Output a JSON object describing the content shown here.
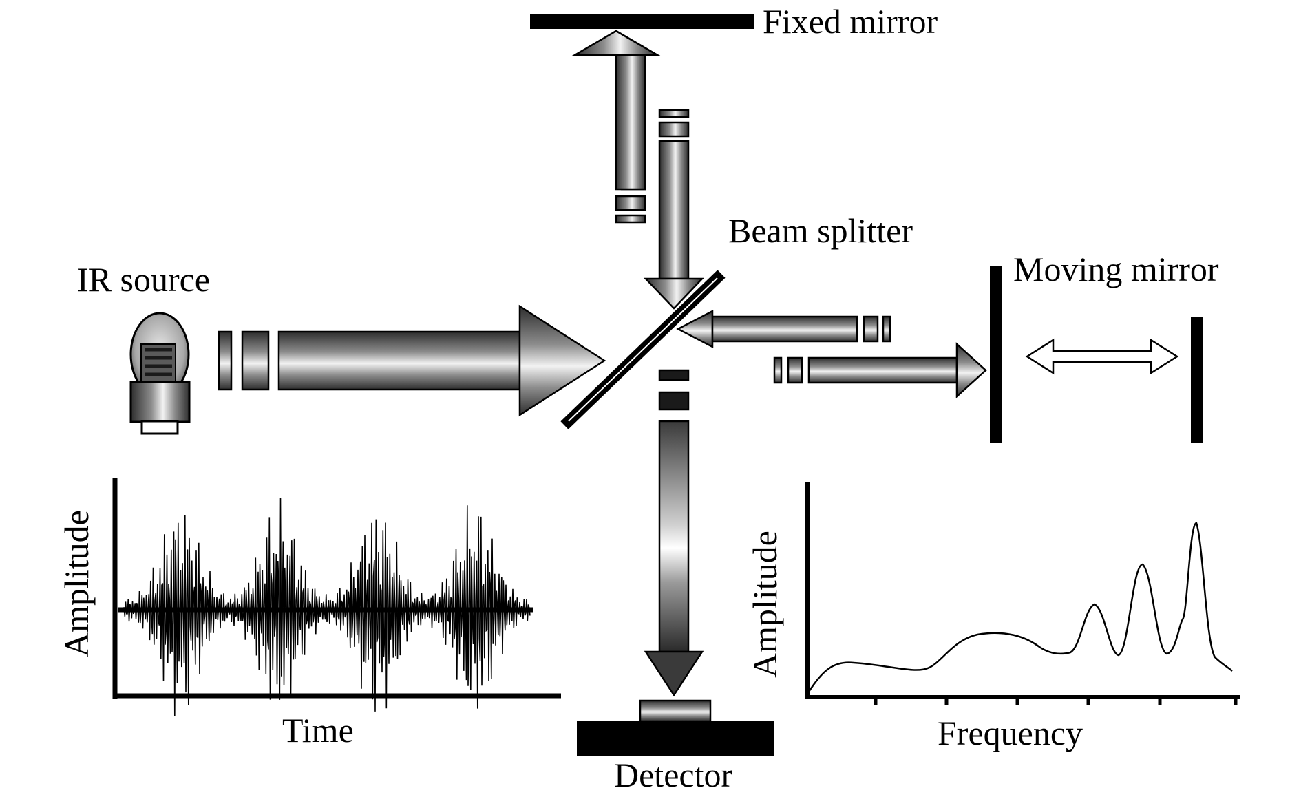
{
  "labels": {
    "fixed_mirror": "Fixed mirror",
    "beam_splitter": "Beam splitter",
    "ir_source": "IR source",
    "moving_mirror": "Moving mirror",
    "detector": "Detector"
  },
  "interferogram": {
    "ylabel": "Amplitude",
    "xlabel": "Time"
  },
  "spectrum": {
    "ylabel": "Amplitude",
    "xlabel": "Frequency"
  }
}
